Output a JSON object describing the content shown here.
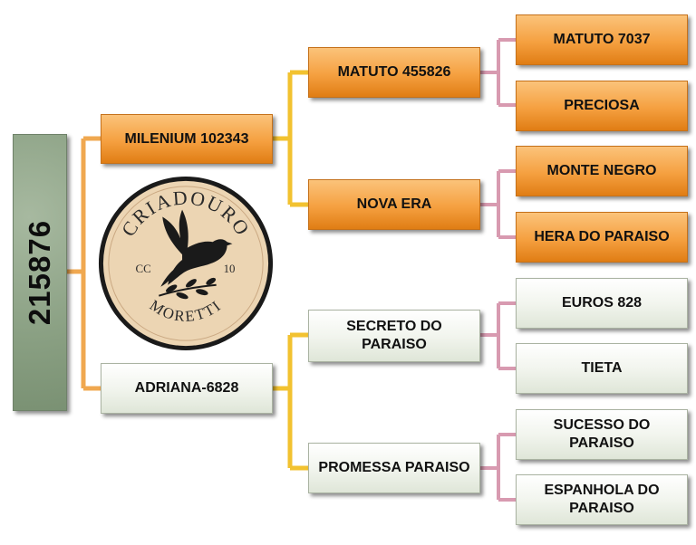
{
  "root": {
    "label": "215876"
  },
  "sire": {
    "label": "MILENIUM 102343",
    "sire": {
      "label": "MATUTO 455826",
      "sire": {
        "label": "MATUTO 7037"
      },
      "dam": {
        "label": "PRECIOSA"
      }
    },
    "dam": {
      "label": "NOVA ERA",
      "sire": {
        "label": "MONTE NEGRO"
      },
      "dam": {
        "label": "HERA DO PARAISO"
      }
    }
  },
  "dam": {
    "label": "ADRIANA-6828",
    "sire": {
      "label": "SECRETO DO PARAISO",
      "sire": {
        "label": "EUROS 828"
      },
      "dam": {
        "label": "TIETA"
      }
    },
    "dam": {
      "label": "PROMESSA PARAISO",
      "sire": {
        "label": "SUCESSO DO PARAISO"
      },
      "dam": {
        "label": "ESPANHOLA DO PARAISO"
      }
    }
  },
  "logo": {
    "top_text": "CRIADOURO",
    "bottom_text": "MORETTI",
    "left_text": "CC",
    "right_text": "10"
  },
  "colors": {
    "male_box": "#f5a040",
    "female_box": "#eef2ea",
    "connector_gen1": "#f0a850",
    "connector_gen2": "#f2c230",
    "connector_gen3": "#d89ab0",
    "logo_fill": "#ecd5b3",
    "logo_ring": "#1a1a1a"
  }
}
